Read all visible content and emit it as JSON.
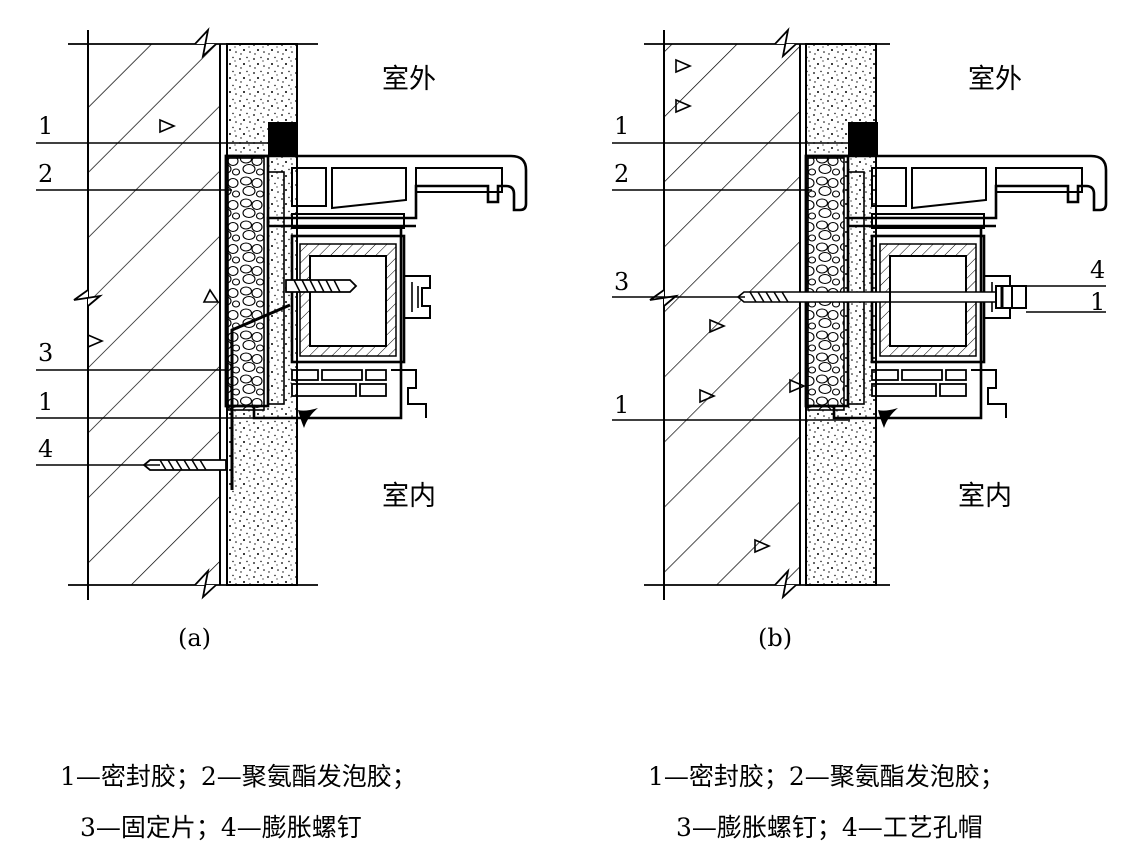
{
  "diagram_a": {
    "label_outside": "室外",
    "label_inside": "室内",
    "callouts": [
      "1",
      "2",
      "3",
      "1",
      "4"
    ],
    "caption": "(a)"
  },
  "diagram_b": {
    "label_outside": "室外",
    "label_inside": "室内",
    "callouts_left": [
      "1",
      "2",
      "3",
      "1"
    ],
    "callouts_right": [
      "4",
      "1"
    ],
    "caption": "(b)"
  },
  "legend_a": {
    "line1": "1—密封胶；2—聚氨酯发泡胶；",
    "line2": "3—固定片；4—膨胀螺钉"
  },
  "legend_b": {
    "line1": "1—密封胶；2—聚氨酯发泡胶；",
    "line2": "3—膨胀螺钉；4—工艺孔帽"
  }
}
